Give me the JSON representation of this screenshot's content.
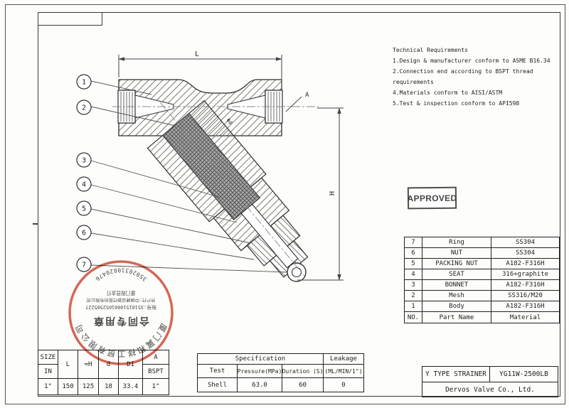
{
  "tech_req": {
    "title": "Technical Requirements",
    "items": [
      "1.Design & manufacturer conform to ASME B16.34",
      "2.Connection end according to BSPT thread requirements",
      "4.Materials conform to AISI/ASTM",
      "5.Test & inspection conform to API598"
    ]
  },
  "approved": {
    "label": "APPROVED"
  },
  "parts_table": {
    "header": {
      "no": "NO.",
      "name": "Part Name",
      "material": "Material"
    },
    "rows": [
      {
        "no": "7",
        "name": "Ring",
        "material": "SS304"
      },
      {
        "no": "6",
        "name": "NUT",
        "material": "SS304"
      },
      {
        "no": "5",
        "name": "PACKING NUT",
        "material": "A182-F316H"
      },
      {
        "no": "4",
        "name": "SEAT",
        "material": "316+graphite"
      },
      {
        "no": "3",
        "name": "BONNET",
        "material": "A182-F316H"
      },
      {
        "no": "2",
        "name": "Mesh",
        "material": "SS316/M20"
      },
      {
        "no": "1",
        "name": "Body",
        "material": "A182-F316H"
      }
    ]
  },
  "size_table": {
    "size_label": "SIZE",
    "unit_label": "IN",
    "l": "L",
    "h": "≈H",
    "d": "d",
    "d1": "D1",
    "a_label": "A",
    "a_unit": "BSPT",
    "values": [
      "1\"",
      "150",
      "125",
      "18",
      "33.4",
      "1\""
    ]
  },
  "spec_table": {
    "title": "Specification",
    "leakage": "Leakage",
    "test": "Test",
    "pressure": "Pressure(MPa)",
    "duration": "Duration (S)",
    "leak_unit": "(ML/MIN/1\")",
    "row": {
      "test": "Shell",
      "pressure": "63.0",
      "duration": "60",
      "leak": "0"
    }
  },
  "title_block": {
    "product": "Y TYPE STRAINER",
    "model": "YG11W-2500LB",
    "company": "Dervos Valve Co., Ltd."
  },
  "drawing": {
    "dim_length": "L",
    "dim_height": "H",
    "label_a": "A",
    "label_bore": "Φd",
    "balloons": [
      "1",
      "2",
      "3",
      "4",
      "5",
      "6",
      "7"
    ]
  },
  "stamp": {
    "color": "#cf4631",
    "ring_company": "厦门翼和祥工贸有限公司",
    "center": "合同专用章",
    "account": "账号:35101510001052505227",
    "bank": "开户行:中国建设银行股份有限公司",
    "branch": "厦门观音支行",
    "serial": "35020310020476"
  }
}
